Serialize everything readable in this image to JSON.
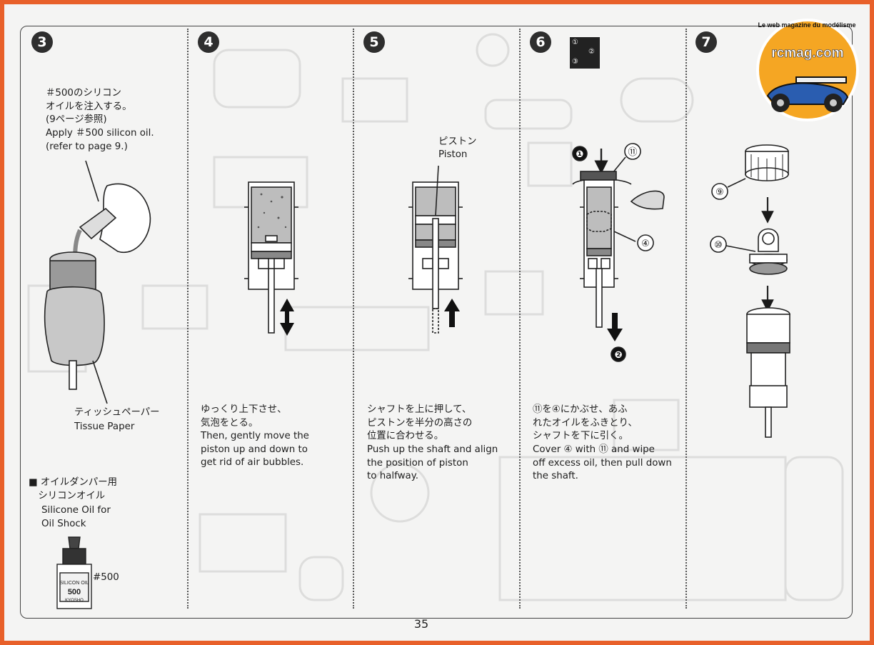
{
  "page_number": "35",
  "logo": {
    "text": "rcmag.com",
    "tagline": "Le web magazine du modélisme"
  },
  "sequence_icon": {
    "a": "①",
    "b": "②",
    "c": "③"
  },
  "steps": [
    {
      "number": "3",
      "instruction_jp": "＃500のシリコン\nオイルを注入する。\n(9ページ参照)",
      "instruction_en": "Apply ＃500 silicon oil.\n(refer to page 9.)",
      "label_tissue_jp": "ティッシュペーパー",
      "label_tissue_en": "Tissue Paper",
      "oil_heading_jp": "■ オイルダンパー用\n　シリコンオイル",
      "oil_heading_en": "Silicone Oil for\nOil Shock",
      "bottle_label": "SILICON OIL",
      "bottle_number": "500",
      "bottle_brand": "KYOSHO",
      "oil_grade": "#500"
    },
    {
      "number": "4",
      "text_jp": "ゆっくり上下させ、\n気泡をとる。",
      "text_en": "Then, gently move the\npiston up and down to\nget rid of air bubbles."
    },
    {
      "number": "5",
      "label_jp": "ピストン",
      "label_en": "Piston",
      "text_jp": "シャフトを上に押して、\nピストンを半分の高さの\n位置に合わせる。",
      "text_en": "Push up the shaft and align\nthe position of piston\nto halfway."
    },
    {
      "number": "6",
      "callout_1": "❶",
      "callout_2": "❷",
      "part_cap": "⑪",
      "part_body": "④",
      "text_jp": "⑪を④にかぶせ、あふ\nれたオイルをふきとり、\nシャフトを下に引く。",
      "text_en": "Cover ④ with ⑪  and wipe\noff excess oil, then pull down\nthe shaft."
    },
    {
      "number": "7",
      "part_nut": "⑨",
      "part_end": "⑩"
    }
  ],
  "colors": {
    "border": "#e8602a",
    "paper": "#f4f4f3",
    "ink": "#1d1d1d",
    "oil": "#b9b9b9",
    "logo_orange": "#f5a623"
  }
}
